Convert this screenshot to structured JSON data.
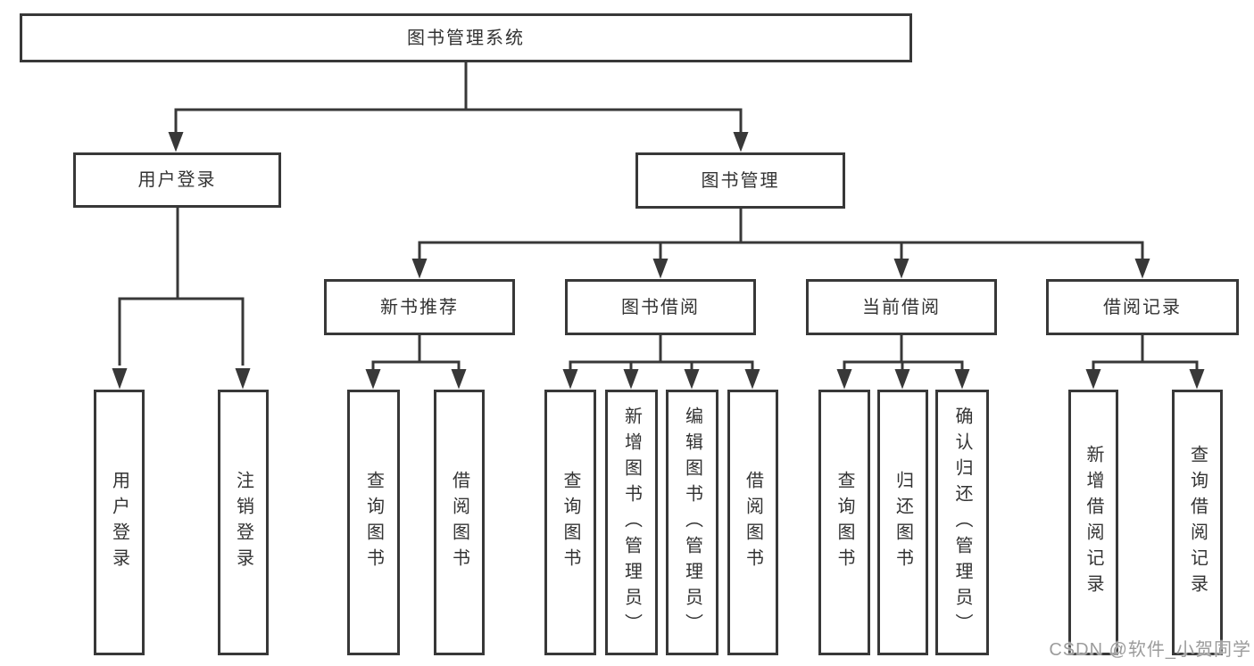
{
  "colors": {
    "background": "#ffffff",
    "line": "#383838",
    "box_border": "#383838",
    "text": "#333333",
    "watermark": "#9c9c9c"
  },
  "watermark": {
    "text": "CSDN @软件_小贺同学"
  },
  "diagram": {
    "type": "tree",
    "title": "图书管理系统"
  },
  "nodes": {
    "root": {
      "label": "图书管理系统",
      "level": 1
    },
    "user_login": {
      "label": "用户登录",
      "level": 2,
      "parent": "root"
    },
    "book_mgmt": {
      "label": "图书管理",
      "level": 2,
      "parent": "root"
    },
    "new_book_rec": {
      "label": "新书推荐",
      "level": 3,
      "parent": "book_mgmt"
    },
    "book_borrow": {
      "label": "图书借阅",
      "level": 3,
      "parent": "book_mgmt"
    },
    "current_borrow": {
      "label": "当前借阅",
      "level": 3,
      "parent": "book_mgmt"
    },
    "borrow_records": {
      "label": "借阅记录",
      "level": 3,
      "parent": "book_mgmt"
    },
    "leaf_user_login": {
      "label": "用户登录",
      "level": 4,
      "parent": "user_login"
    },
    "leaf_logout": {
      "label": "注销登录",
      "level": 4,
      "parent": "user_login"
    },
    "leaf_rec_query": {
      "label": "查询图书",
      "level": 4,
      "parent": "new_book_rec"
    },
    "leaf_rec_borrow": {
      "label": "借阅图书",
      "level": 4,
      "parent": "new_book_rec"
    },
    "leaf_bb_query": {
      "label": "查询图书",
      "level": 4,
      "parent": "book_borrow"
    },
    "leaf_bb_add": {
      "label": "新增图书（管理员）",
      "level": 4,
      "parent": "book_borrow"
    },
    "leaf_bb_edit": {
      "label": "编辑图书（管理员）",
      "level": 4,
      "parent": "book_borrow"
    },
    "leaf_bb_borrow": {
      "label": "借阅图书",
      "level": 4,
      "parent": "book_borrow"
    },
    "leaf_cb_query": {
      "label": "查询图书",
      "level": 4,
      "parent": "current_borrow"
    },
    "leaf_cb_return": {
      "label": "归还图书",
      "level": 4,
      "parent": "current_borrow"
    },
    "leaf_cb_confirm": {
      "label": "确认归还（管理员）",
      "level": 4,
      "parent": "current_borrow"
    },
    "leaf_br_add": {
      "label": "新增借阅记录",
      "level": 4,
      "parent": "borrow_records"
    },
    "leaf_br_query": {
      "label": "查询借阅记录",
      "level": 4,
      "parent": "borrow_records"
    }
  }
}
